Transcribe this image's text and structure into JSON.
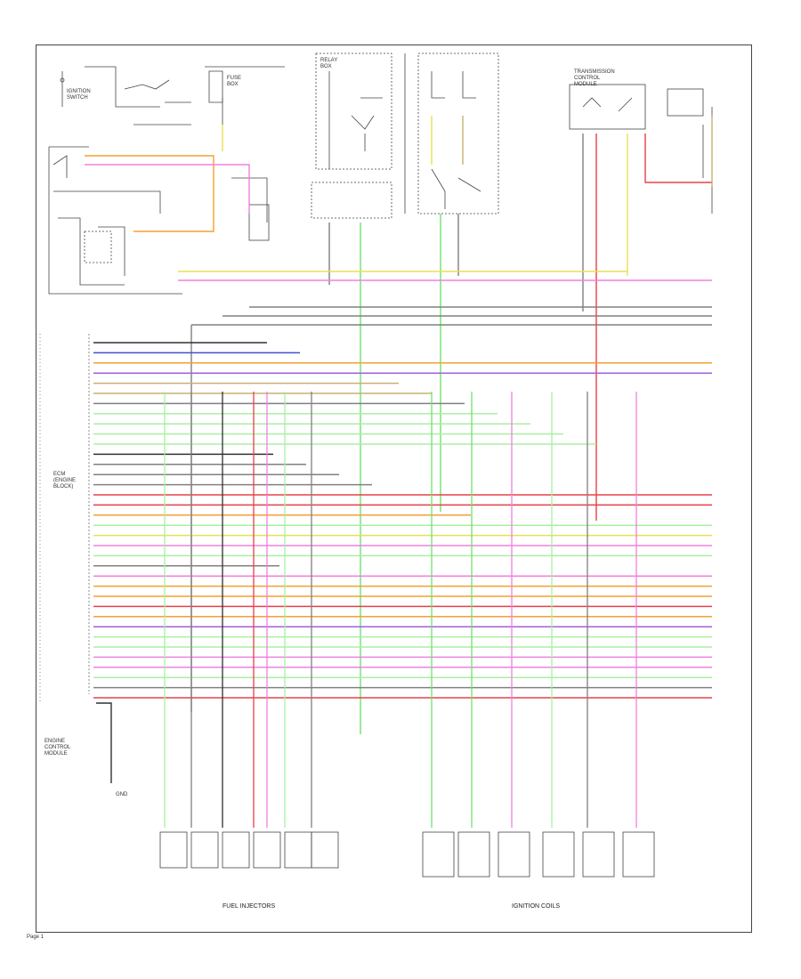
{
  "diagram": {
    "labels": {
      "fuel_injectors": "FUEL INJECTORS",
      "ignition_coils": "IGNITION COILS",
      "engine_control_module": "ENGINE\nCONTROL\nMODULE",
      "ecm_block": "ECM\n(ENGINE\nBLOCK)",
      "ignition_switch": "IGNITION\nSWITCH",
      "fuse_box": "FUSE\nBOX",
      "relay_box": "RELAY\nBOX",
      "tcm": "TRANSMISSION\nCONTROL\nMODULE",
      "ground": "GND",
      "page_mark": "Page 1"
    },
    "wire_colors": {
      "red": "#e8404a",
      "orange": "#f5a030",
      "yellow": "#e8e050",
      "green": "#70e070",
      "light_green": "#a8f0a0",
      "pink": "#f080e0",
      "blue": "#4050d0",
      "violet": "#a060e0",
      "gray": "#808080",
      "black": "#303030",
      "tan": "#c8b070"
    }
  }
}
